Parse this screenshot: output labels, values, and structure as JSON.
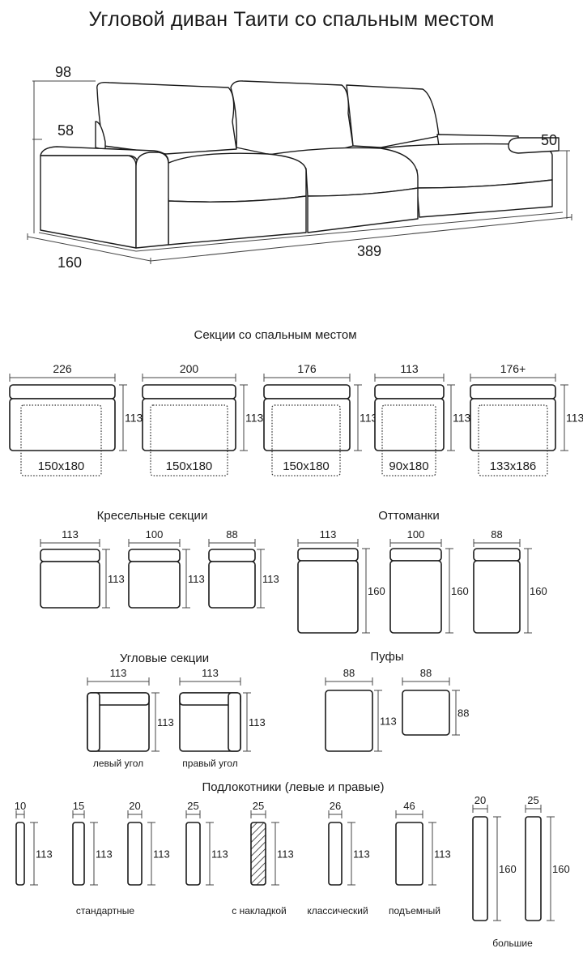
{
  "title": "Угловой диван Таити со спальным местом",
  "sofa_dims": {
    "height_total": "98",
    "seat_height": "58",
    "chaise_height": "50",
    "depth": "160",
    "length": "389"
  },
  "sleeping": {
    "heading": "Секции со спальным местом",
    "modules": [
      {
        "width": "226",
        "depth": "113",
        "bed": "150x180"
      },
      {
        "width": "200",
        "depth": "113",
        "bed": "150x180"
      },
      {
        "width": "176",
        "depth": "113",
        "bed": "150x180"
      },
      {
        "width": "113",
        "depth": "113",
        "bed": "90x180"
      },
      {
        "width": "176+",
        "depth": "113",
        "bed": "133x186"
      }
    ]
  },
  "armchair": {
    "heading": "Кресельные секции",
    "modules": [
      {
        "width": "113",
        "depth": "113"
      },
      {
        "width": "100",
        "depth": "113"
      },
      {
        "width": "88",
        "depth": "113"
      }
    ]
  },
  "ottomans": {
    "heading": "Оттоманки",
    "modules": [
      {
        "width": "113",
        "depth": "160"
      },
      {
        "width": "100",
        "depth": "160"
      },
      {
        "width": "88",
        "depth": "160"
      }
    ]
  },
  "corners": {
    "heading": "Угловые секции",
    "modules": [
      {
        "width": "113",
        "depth": "113",
        "label": "левый угол"
      },
      {
        "width": "113",
        "depth": "113",
        "label": "правый угол"
      }
    ]
  },
  "poufs": {
    "heading": "Пуфы",
    "modules": [
      {
        "width": "88",
        "depth": "113"
      },
      {
        "width": "88",
        "depth": "88"
      }
    ]
  },
  "armrests": {
    "heading": "Подлокотники (левые и правые)",
    "items": [
      {
        "width": "10",
        "height": "113"
      },
      {
        "width": "15",
        "height": "113"
      },
      {
        "width": "20",
        "height": "113"
      },
      {
        "width": "25",
        "height": "113"
      },
      {
        "width": "25",
        "height": "113"
      },
      {
        "width": "26",
        "height": "113"
      },
      {
        "width": "46",
        "height": "113"
      },
      {
        "width": "20",
        "height": "160"
      },
      {
        "width": "25",
        "height": "160"
      }
    ],
    "groups": {
      "standard": "стандартные",
      "overlay": "с накладкой",
      "classic": "классический",
      "lifting": "подъемный",
      "large": "большие"
    }
  }
}
